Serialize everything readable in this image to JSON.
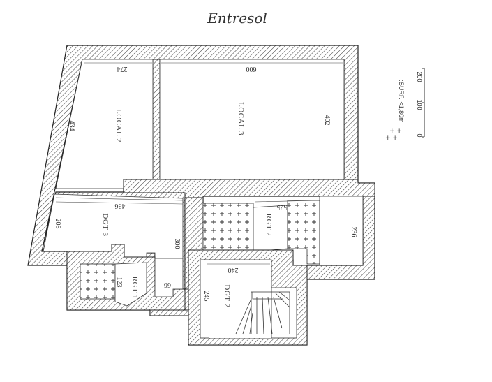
{
  "title": "Entresol",
  "rooms": {
    "local2": "LOCAL 2",
    "local3": "LOCAL 3",
    "dgt3": "DGT 3",
    "rgt2": "RGT 2",
    "rgt1": "RGT 1",
    "dgt2": "DGT 2"
  },
  "dimensions": {
    "d274": "274",
    "d600": "600",
    "d434": "434",
    "d402": "402",
    "d436": "436",
    "d208": "208",
    "d300": "300",
    "d525": "525",
    "d236": "236",
    "d240": "240",
    "d123": "123",
    "d66": "66",
    "d245": "245"
  },
  "legend": {
    "surf_label": ":SURF. <1,80m",
    "scale_0": "0",
    "scale_100": "100",
    "scale_200": "200"
  }
}
